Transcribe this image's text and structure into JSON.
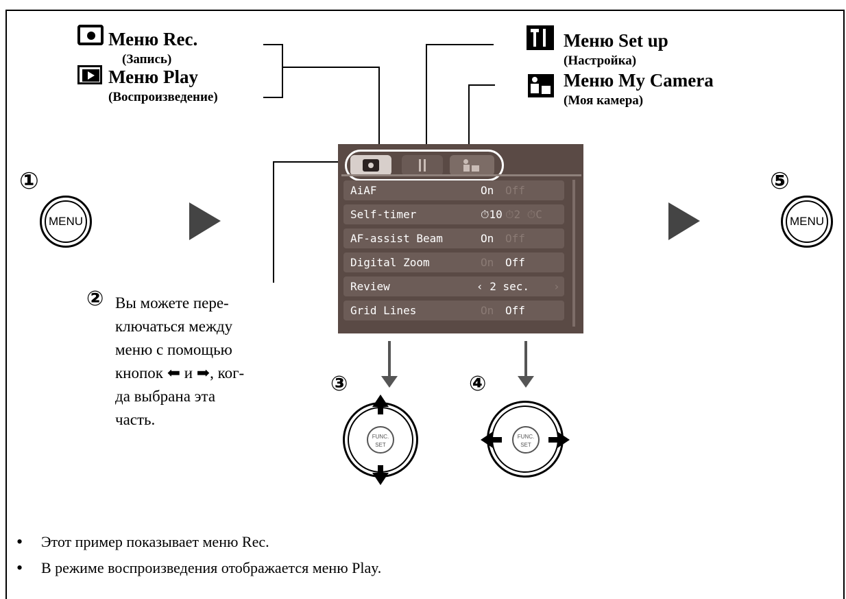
{
  "labels": {
    "rec_menu": "Меню Rec.",
    "rec_sub": "(Запись)",
    "play_menu": "Меню Play",
    "play_sub": "(Воспроизведение)",
    "setup_menu": "Меню Set up",
    "setup_sub": "(Настройка)",
    "mycamera_menu": "Меню My Camera",
    "mycamera_sub": "(Моя камера)"
  },
  "steps": {
    "s1": "①",
    "s2": "②",
    "s3": "③",
    "s4": "④",
    "s5": "⑤",
    "menu_button": "MENU",
    "func_set": "FUNC. SET"
  },
  "description": {
    "line1": "Вы можете пере-",
    "line2": "ключаться между",
    "line3": "меню с помощью",
    "line4": "кнопок ⬅ и ➡, ког-",
    "line5": "да выбрана эта",
    "line6": "часть."
  },
  "screen": {
    "rows": [
      {
        "name": "AiAF",
        "v1": "On",
        "v2": "Off"
      },
      {
        "name": "Self-timer",
        "v1": "⏱10",
        "v2": "⏱2 ⏱C"
      },
      {
        "name": "AF-assist Beam",
        "v1": "On",
        "v2": "Off"
      },
      {
        "name": "Digital Zoom",
        "v1": "On",
        "v2": "Off"
      },
      {
        "name": "Review",
        "v1": "‹ 2 sec.",
        "v2": "›"
      },
      {
        "name": "Grid Lines",
        "v1": "On",
        "v2": "Off"
      }
    ]
  },
  "notes": {
    "n1": "Этот пример показывает меню Rec.",
    "n2": "В режиме воспроизведения отображается меню Play."
  },
  "colors": {
    "screen_bg": "#5a4a45",
    "row_bg": "#6c5c57",
    "active_tab": "#d8cfcb"
  }
}
